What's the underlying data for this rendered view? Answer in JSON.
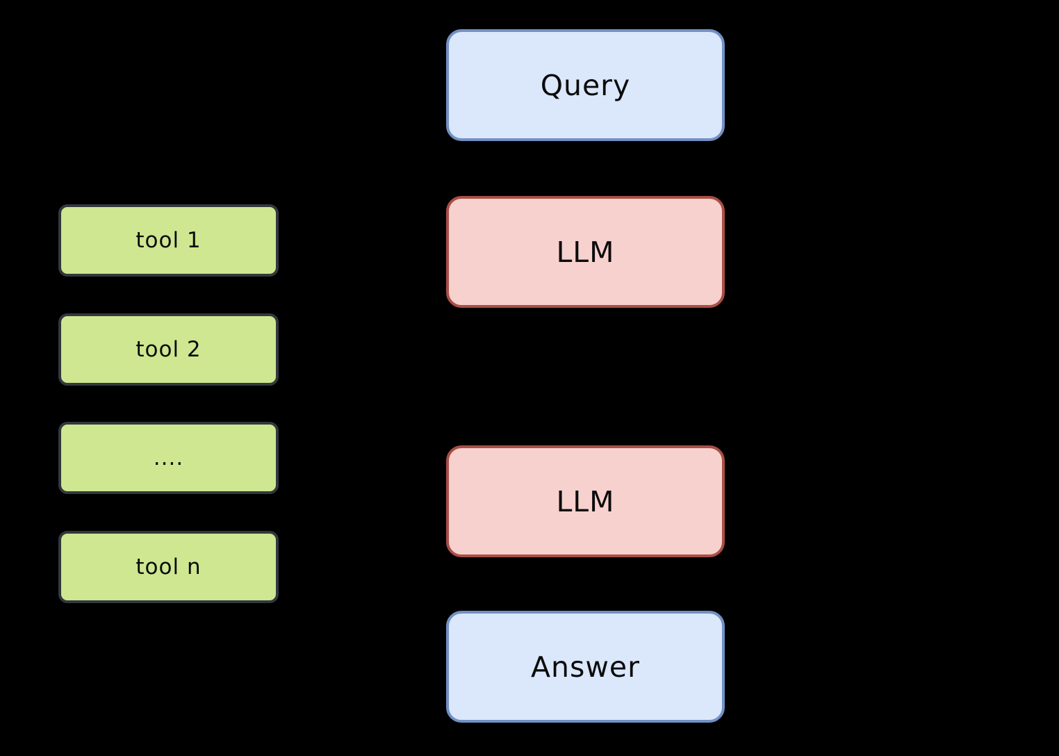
{
  "canvas": {
    "background_color": "#000000",
    "description": "Flow diagram: query goes through LLM steps with tools available, producing an answer"
  },
  "tools_column": {
    "fill_color": "#cfe790",
    "border_color": "#33383d",
    "items": [
      {
        "id": "tool-1",
        "label": "tool 1"
      },
      {
        "id": "tool-2",
        "label": "tool 2"
      },
      {
        "id": "tool-dots",
        "label": "...."
      },
      {
        "id": "tool-n",
        "label": "tool n"
      }
    ]
  },
  "flow_column": {
    "io_fill_color": "#dbe7fa",
    "io_border_color": "#7190c4",
    "llm_fill_color": "#f7d1ce",
    "llm_border_color": "#a84f46",
    "items": [
      {
        "id": "query",
        "label": "Query",
        "kind": "io"
      },
      {
        "id": "llm-1",
        "label": "LLM",
        "kind": "llm"
      },
      {
        "id": "llm-2",
        "label": "LLM",
        "kind": "llm"
      },
      {
        "id": "answer",
        "label": "Answer",
        "kind": "io"
      }
    ]
  }
}
